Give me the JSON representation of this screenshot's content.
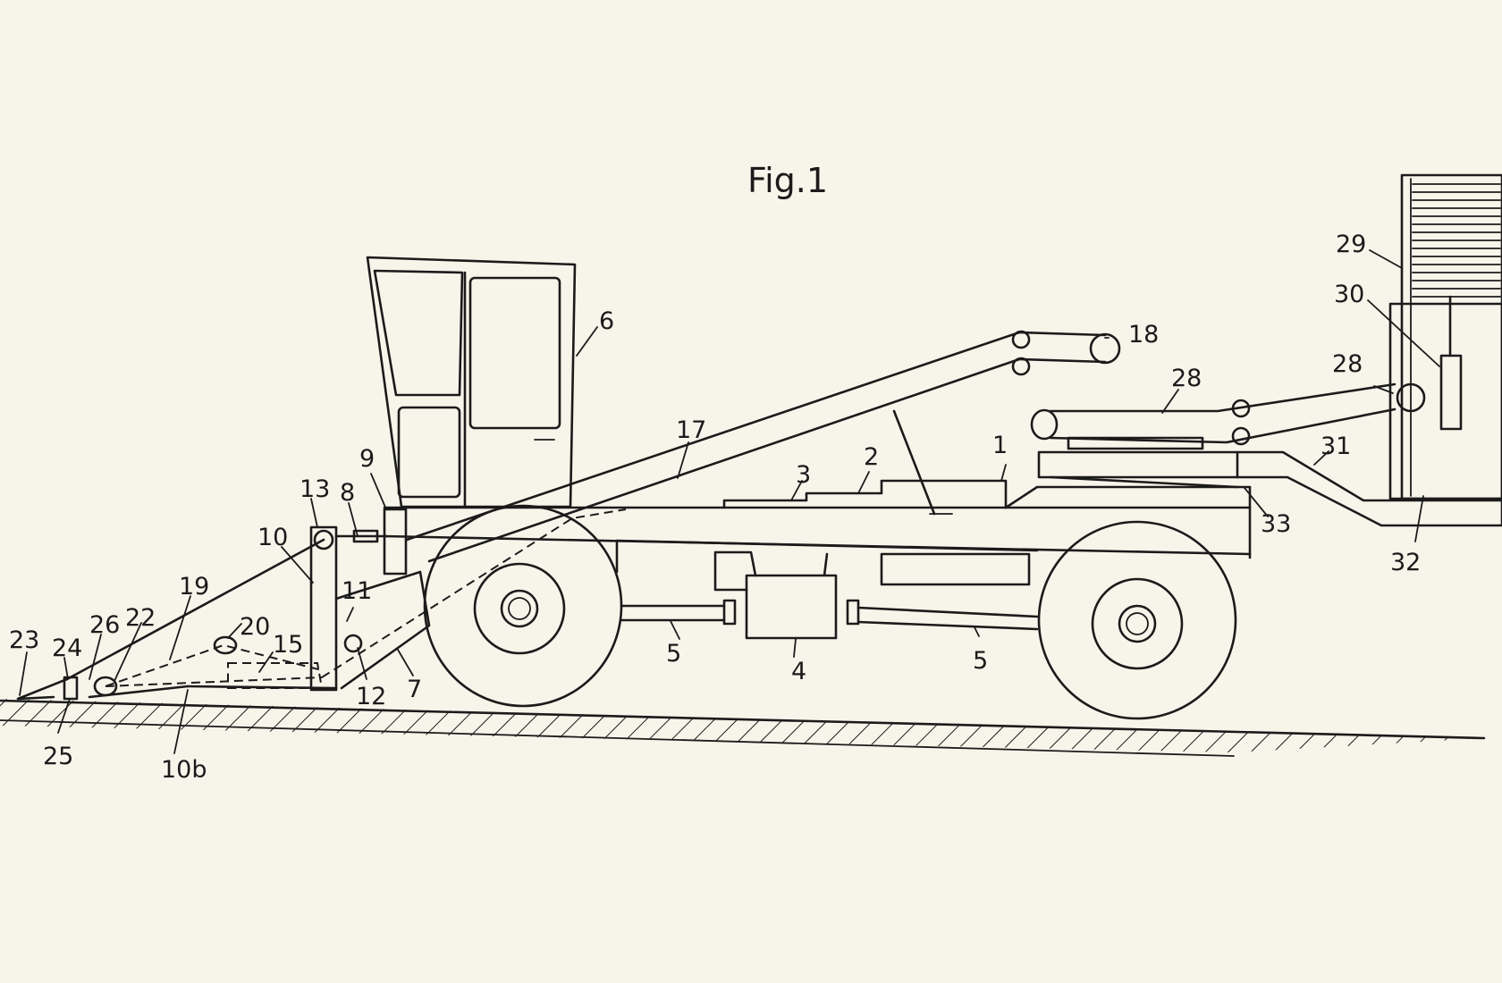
{
  "figure": {
    "title": "Fig.1"
  },
  "labels": {
    "l1": "1",
    "l2": "2",
    "l3": "3",
    "l4": "4",
    "l5a": "5",
    "l5b": "5",
    "l6": "6",
    "l7": "7",
    "l8": "8",
    "l9": "9",
    "l10": "10",
    "l10b": "10b",
    "l11": "11",
    "l12": "12",
    "l13": "13",
    "l15": "15",
    "l17": "17",
    "l18": "18",
    "l19": "19",
    "l20": "20",
    "l22": "22",
    "l23": "23",
    "l24": "24",
    "l25": "25",
    "l26": "26",
    "l28a": "28",
    "l28b": "28",
    "l29": "29",
    "l30": "30",
    "l31": "31",
    "l32": "32",
    "l33": "33"
  }
}
